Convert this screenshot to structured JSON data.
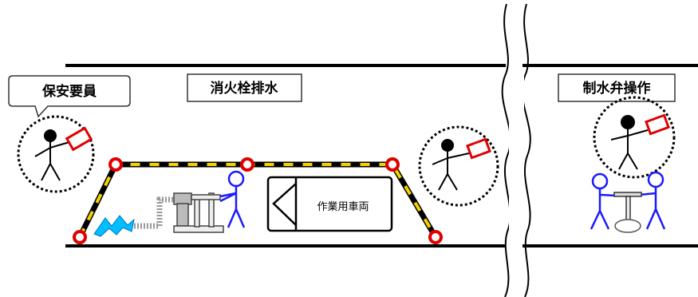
{
  "labels": {
    "security_staff": "保安要員",
    "hydrant_drain": "消火栓排水",
    "valve_operation": "制水弁操作",
    "work_vehicle": "作業用車両"
  },
  "colors": {
    "road_line": "#000000",
    "barrier_yellow": "#f5d000",
    "barrier_post": "#e00000",
    "flag_red": "#e00000",
    "worker_blue": "#1a1aff",
    "water_blue": "#00bfff"
  }
}
